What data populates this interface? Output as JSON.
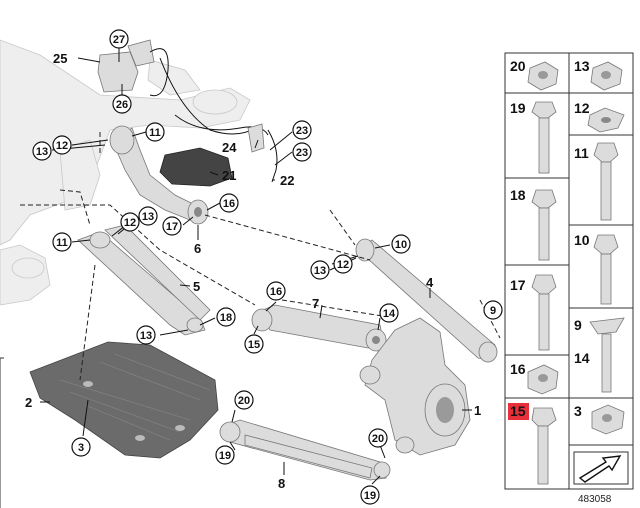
{
  "diagram_id": "483058",
  "callouts": [
    {
      "num": "27",
      "highlighted": false
    },
    {
      "num": "26",
      "highlighted": false
    },
    {
      "num": "11",
      "highlighted": false
    },
    {
      "num": "12",
      "highlighted": false
    },
    {
      "num": "13",
      "highlighted": false
    },
    {
      "num": "23",
      "highlighted": false
    },
    {
      "num": "23",
      "highlighted": false
    },
    {
      "num": "16",
      "highlighted": false
    },
    {
      "num": "17",
      "highlighted": false
    },
    {
      "num": "12",
      "highlighted": false
    },
    {
      "num": "13",
      "highlighted": false
    },
    {
      "num": "11",
      "highlighted": false
    },
    {
      "num": "10",
      "highlighted": false
    },
    {
      "num": "12",
      "highlighted": false
    },
    {
      "num": "13",
      "highlighted": false
    },
    {
      "num": "16",
      "highlighted": false
    },
    {
      "num": "14",
      "highlighted": false
    },
    {
      "num": "15",
      "highlighted": false
    },
    {
      "num": "18",
      "highlighted": false
    },
    {
      "num": "13",
      "highlighted": false
    },
    {
      "num": "9",
      "highlighted": false
    },
    {
      "num": "3",
      "highlighted": false
    },
    {
      "num": "20",
      "highlighted": false
    },
    {
      "num": "19",
      "highlighted": false
    },
    {
      "num": "20",
      "highlighted": false
    },
    {
      "num": "19",
      "highlighted": false
    }
  ],
  "bare_labels": [
    "25",
    "24",
    "21",
    "22",
    "6",
    "5",
    "7",
    "4",
    "2",
    "1",
    "8"
  ],
  "parts_panel": [
    {
      "num": "20",
      "highlighted": false
    },
    {
      "num": "13",
      "highlighted": false
    },
    {
      "num": "19",
      "highlighted": false
    },
    {
      "num": "12",
      "highlighted": false
    },
    {
      "num": "11",
      "highlighted": false
    },
    {
      "num": "18",
      "highlighted": false
    },
    {
      "num": "10",
      "highlighted": false
    },
    {
      "num": "17",
      "highlighted": false
    },
    {
      "num": "9",
      "highlighted": false
    },
    {
      "num": "14",
      "highlighted": false
    },
    {
      "num": "16",
      "highlighted": false
    },
    {
      "num": "15",
      "highlighted": true
    },
    {
      "num": "3",
      "highlighted": false
    }
  ],
  "colors": {
    "highlight": "#e8303a",
    "part_gray": "#dcdcdc",
    "frame_gray": "#eeeeee",
    "dark_part": "#444444",
    "line": "#111111"
  },
  "icons": [
    "arrow-symbol-icon"
  ]
}
